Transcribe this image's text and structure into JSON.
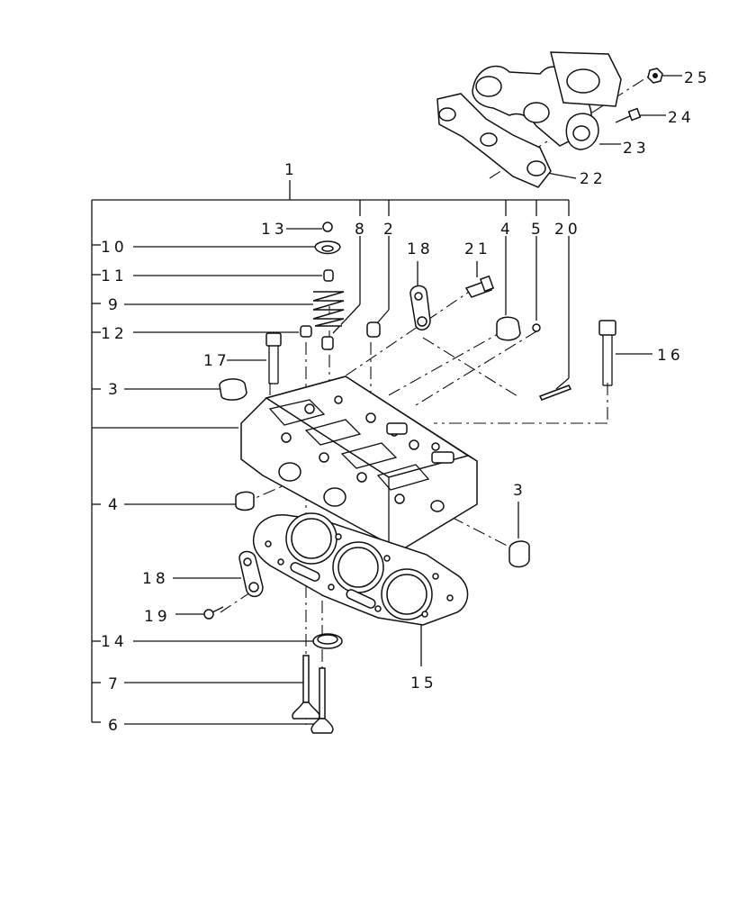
{
  "diagram": {
    "labels": {
      "l1": "1",
      "l2": "2",
      "l3a": "3",
      "l3b": "3",
      "l4a": "4",
      "l4b": "4",
      "l5": "5",
      "l6": "6",
      "l7": "7",
      "l8": "8",
      "l9": "9",
      "l10": "10",
      "l11": "11",
      "l12": "12",
      "l13": "13",
      "l14": "14",
      "l15": "15",
      "l16": "16",
      "l17": "17",
      "l18a": "18",
      "l18b": "18",
      "l19": "19",
      "l20": "20",
      "l21": "21",
      "l22": "22",
      "l23": "23",
      "l24": "24",
      "l25": "25"
    }
  }
}
